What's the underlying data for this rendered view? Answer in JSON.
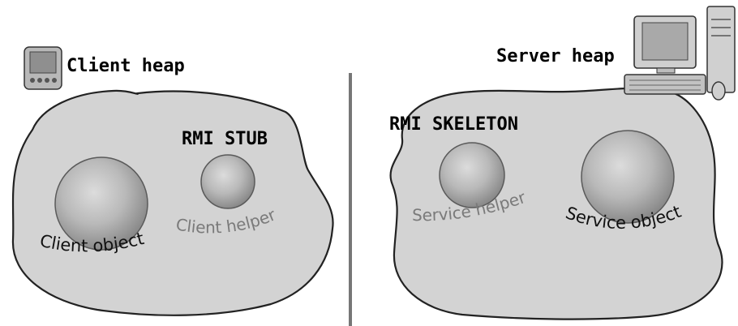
{
  "left_heap": {
    "title": "Client heap",
    "stub_label": "RMI STUB",
    "object_label": "Client object",
    "helper_label": "Client helper"
  },
  "right_heap": {
    "title": "Server heap",
    "skeleton_label": "RMI SKELETON",
    "helper_label": "Service helper",
    "object_label": "Service object"
  },
  "colors": {
    "heap_fill": "#d3d3d3",
    "heap_stroke": "#222222",
    "divider": "#777777",
    "helper_text": "#7a7a7a",
    "object_text": "#111111"
  },
  "icons": {
    "client_device": "pda-icon",
    "server_device": "desktop-computer-icon"
  }
}
